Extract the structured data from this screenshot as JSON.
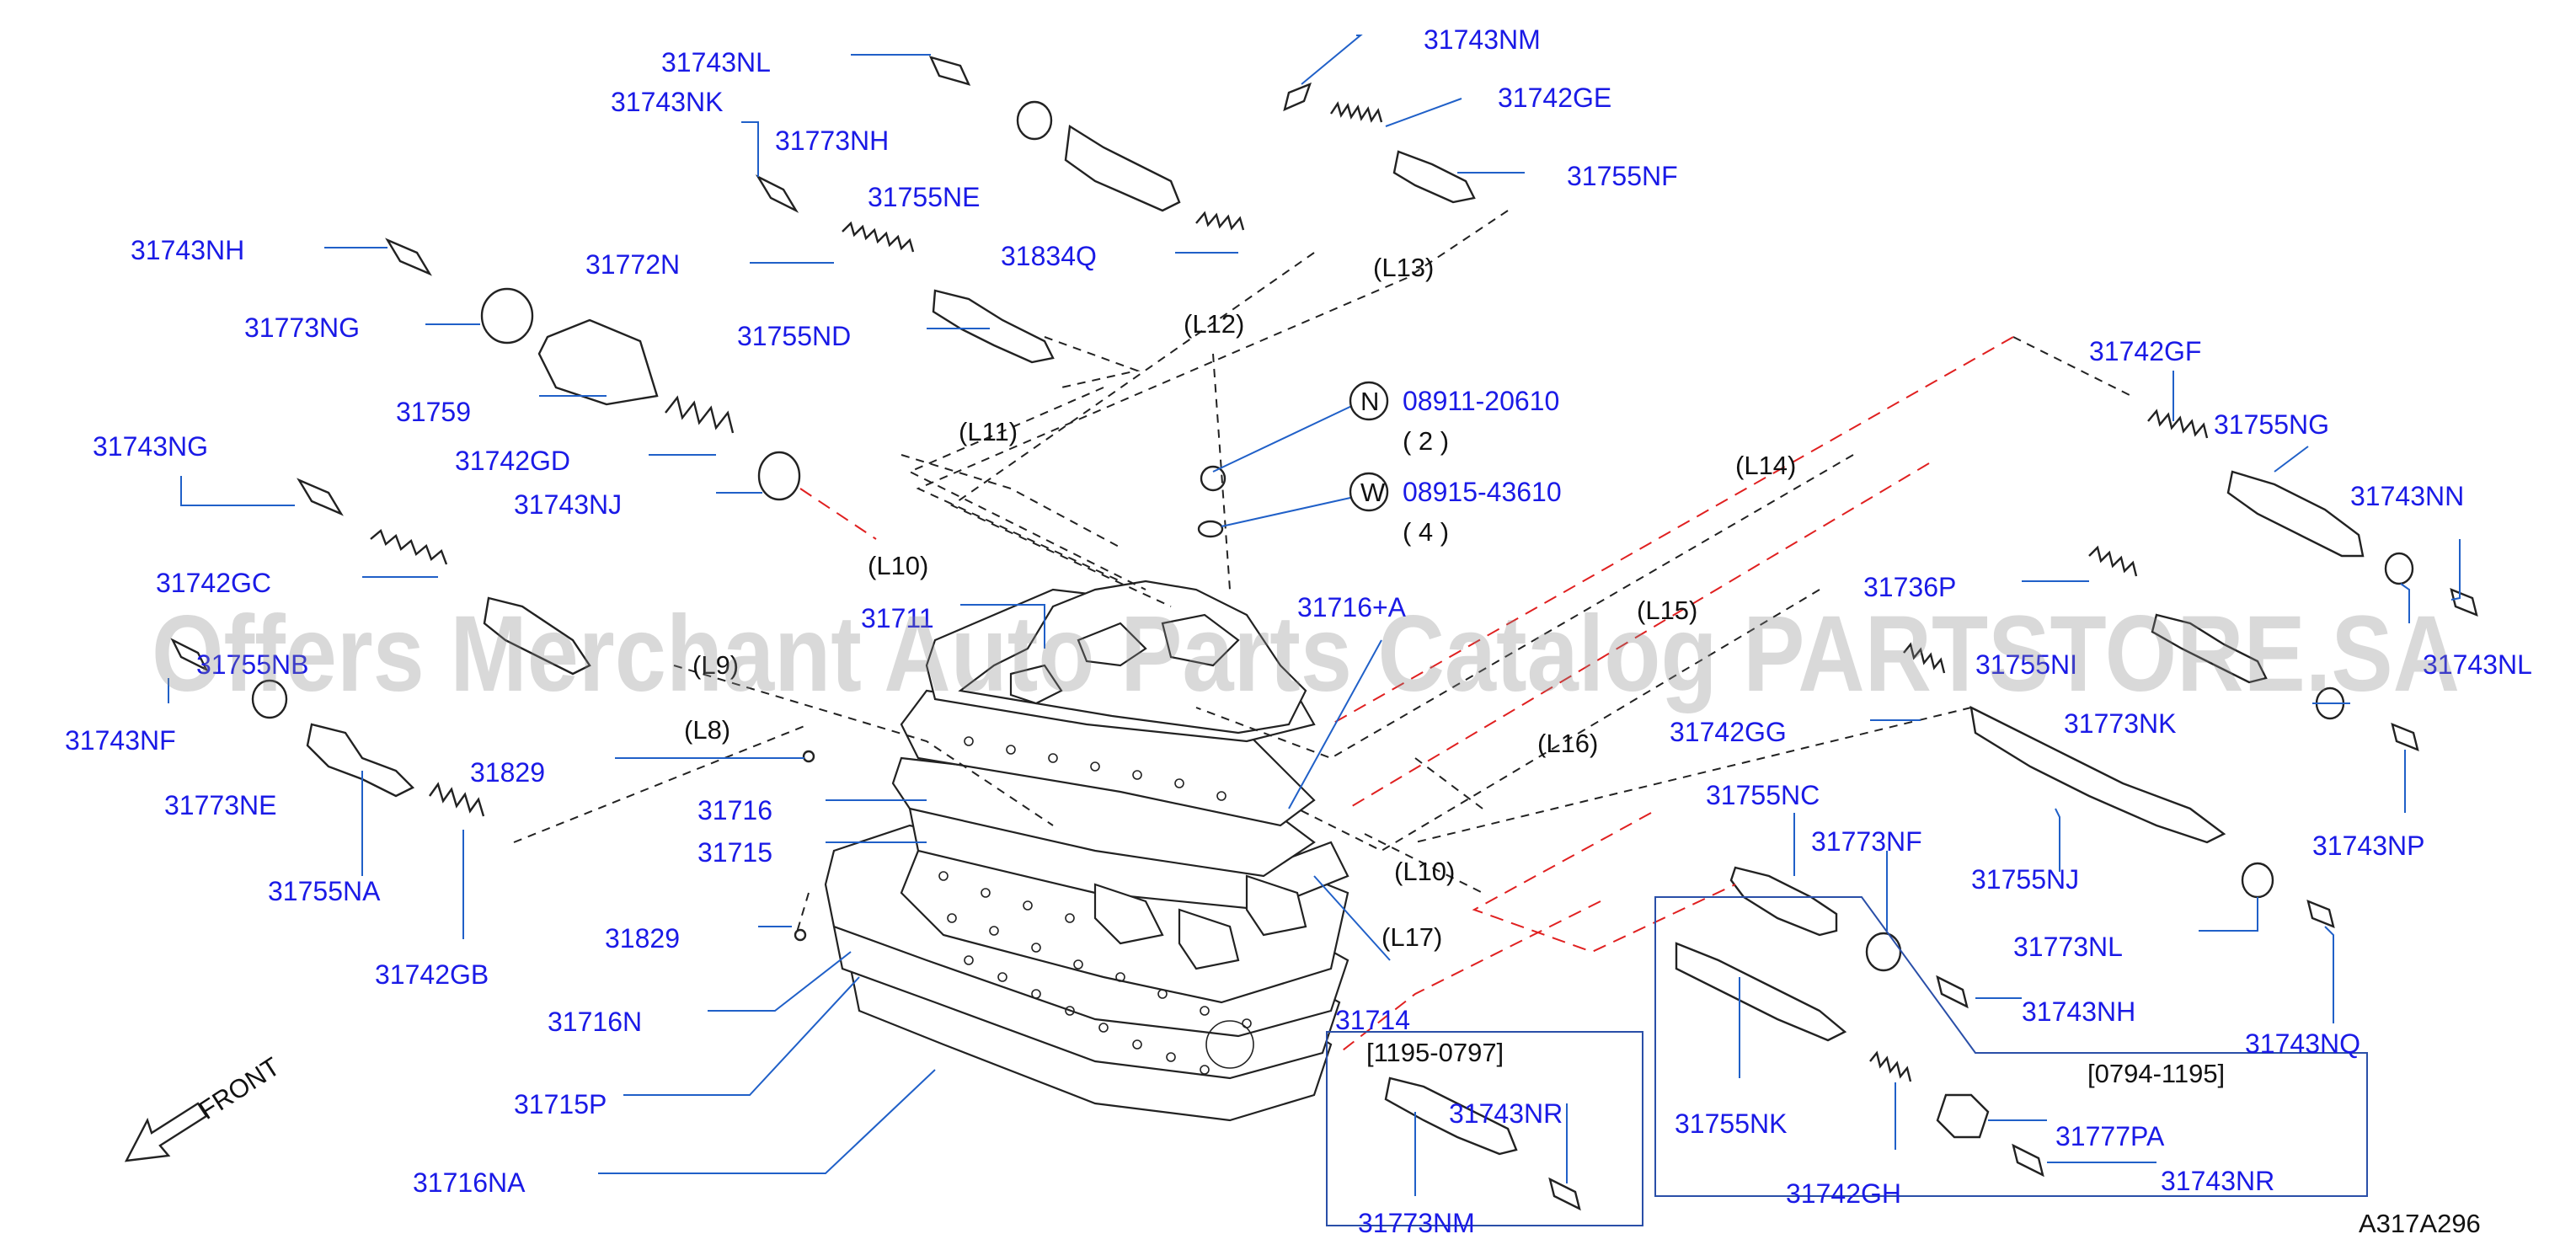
{
  "diagram": {
    "watermark": "Offers Merchant Auto Parts Catalog PARTSTORE.SA",
    "figure_code": "A317A296",
    "front_label": "FRONT",
    "parts": [
      "31743NL",
      "31743NM",
      "31743NK",
      "31773NH",
      "31742GE",
      "31755NE",
      "31755NF",
      "31743NH",
      "31772N",
      "31834Q",
      "31773NG",
      "31755ND",
      "31759",
      "31742GD",
      "31743NJ",
      "31743NG",
      "31742GC",
      "31755NB",
      "31743NF",
      "31773NE",
      "31755NA",
      "31742GB",
      "31829",
      "31716",
      "31715",
      "31829",
      "31716N",
      "31715P",
      "31716NA",
      "31711",
      "31716+A",
      "31714",
      "31742GF",
      "31755NG",
      "31743NN",
      "31736P",
      "31755NI",
      "31743NL",
      "31742GG",
      "31773NK",
      "31743NP",
      "31755NC",
      "31773NF",
      "31755NJ",
      "31773NL",
      "31743NH",
      "31743NQ",
      "31773NM",
      "31743NR",
      "31755NK",
      "31742GH",
      "31777PA",
      "31743NR"
    ],
    "refs": [
      "(L13)",
      "(L12)",
      "(L11)",
      "(L10)",
      "(L9)",
      "(L8)",
      "(L14)",
      "(L15)",
      "(L16)",
      "(L10)",
      "(L17)"
    ],
    "fasteners": [
      {
        "symbol": "N",
        "part": "08911-20610",
        "qty": "( 2 )"
      },
      {
        "symbol": "W",
        "part": "08915-43610",
        "qty": "( 4 )"
      }
    ],
    "box_left_label": "[1195-0797]",
    "box_right_label": "[0794-1195]"
  }
}
